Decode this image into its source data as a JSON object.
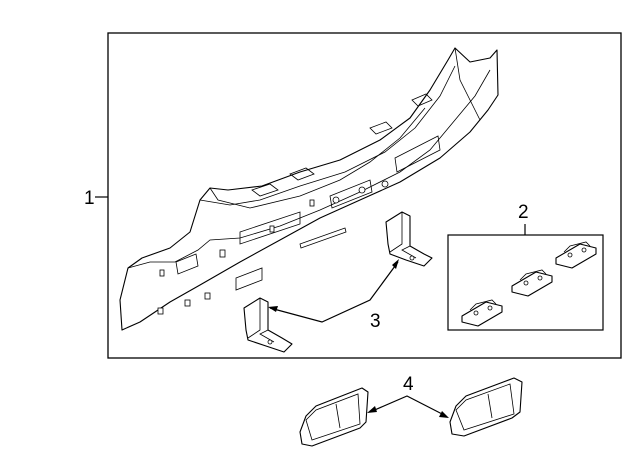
{
  "callouts": {
    "c1": "1",
    "c2": "2",
    "c3": "3",
    "c4": "4"
  },
  "parts": [
    {
      "callout": "1",
      "icon": "rear-body-panel-icon"
    },
    {
      "callout": "2",
      "icon": "bracket-set-icon"
    },
    {
      "callout": "3",
      "icon": "support-bracket-icon"
    },
    {
      "callout": "4",
      "icon": "reflector-pad-icon"
    }
  ]
}
